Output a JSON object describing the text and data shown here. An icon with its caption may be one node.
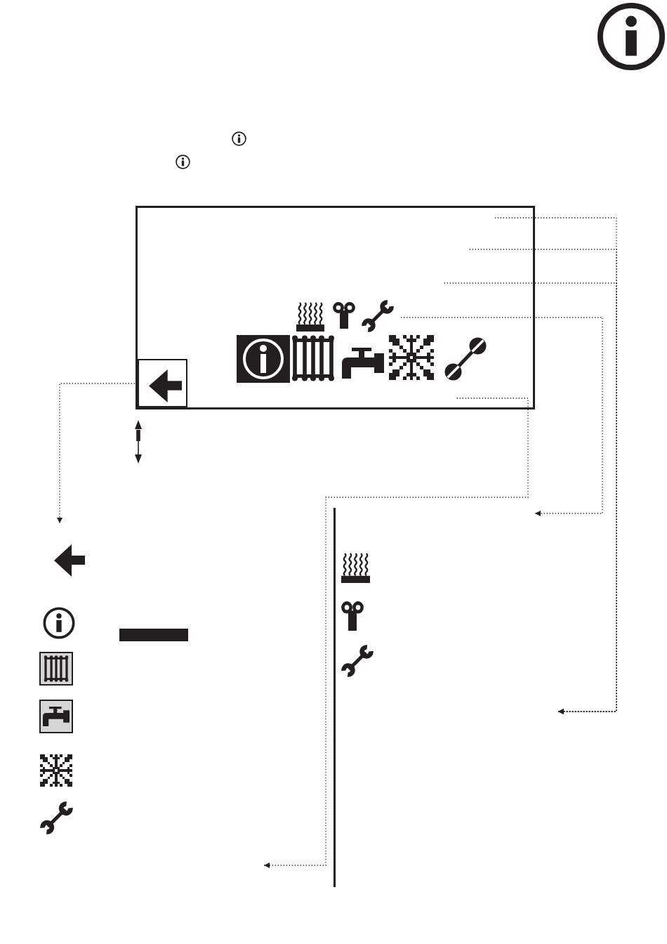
{
  "diagram": {
    "nodes": [
      {
        "text": [],
        "shape": "box"
      },
      {
        "text": [],
        "shape": "box",
        "in": 0
      },
      {
        "text": [],
        "shape": "bar"
      },
      {
        "text": [],
        "shape": "picture",
        "in": 0
      }
    ],
    "edges": [
      {
        "from": 0,
        "to": null,
        "arrow": "to",
        "style": "dashed"
      },
      {
        "from": 0,
        "to": null,
        "arrow": "to",
        "style": "dashed"
      },
      {
        "from": 0,
        "to": null,
        "arrow": "to",
        "style": "dashed"
      },
      {
        "from": 3,
        "to": null,
        "arrow": "to",
        "style": "dashed"
      },
      {
        "from": 0,
        "to": null,
        "arrow": "to",
        "style": "dashed"
      },
      {
        "from": 1,
        "to": null,
        "arrow": "to",
        "style": "dashed"
      }
    ]
  }
}
